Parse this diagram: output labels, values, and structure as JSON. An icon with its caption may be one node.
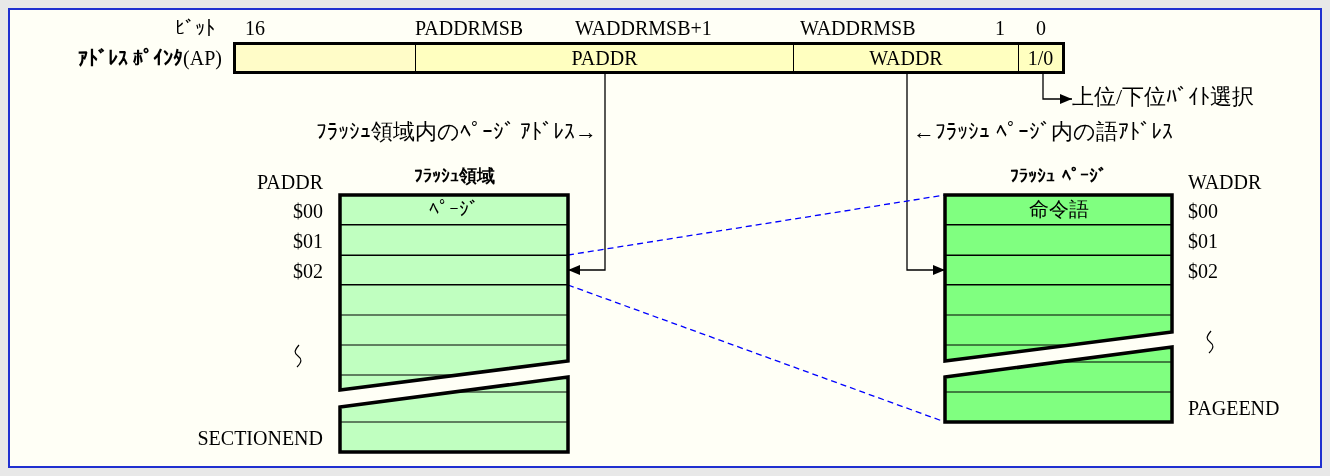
{
  "diagram": {
    "nodes": [
      {
        "text": [
          "**ｱﾄﾞﾚｽ ﾎﾟｲﾝﾀ**(AP)"
        ]
      },
      {
        "text": [],
        "shape": "box",
        "in": 0
      },
      {
        "text": [
          "PADDR"
        ],
        "in": 0
      },
      {
        "text": [
          "WADDR"
        ],
        "in": 0
      },
      {
        "text": [
          "1/0"
        ],
        "in": 0
      },
      {
        "text": [
          "上位/下位ﾊﾞｲﾄ選択"
        ]
      },
      {
        "text": [
          "ﾌﾗｯｼｭ領域"
        ]
      },
      {
        "text": [
          "ﾍﾟｰｼﾞ"
        ],
        "in": 6
      },
      {
        "text": [],
        "shape": "box",
        "in": 6
      },
      {
        "text": [
          "ﾌﾗｯｼｭ ﾍﾟｰｼﾞ"
        ]
      },
      {
        "text": [
          "命令語"
        ],
        "in": 9
      },
      {
        "text": [],
        "shape": "box",
        "in": 9
      }
    ],
    "edges": [
      {
        "from": 2,
        "to": 8,
        "arrow": "to"
      },
      {
        "from": 3,
        "to": 11,
        "arrow": "to"
      },
      {
        "from": 4,
        "to": 5,
        "arrow": "to"
      },
      {
        "from": 8,
        "to": 9,
        "arrow": "none",
        "style": "dashed",
        "color": "#0000ff"
      },
      {
        "from": 8,
        "to": 9,
        "arrow": "none",
        "style": "dashed",
        "color": "#0000ff"
      }
    ],
    "labels": [
      "ﾋﾞｯﾄ",
      "16",
      "PADDRMSB",
      "WADDRMSB+1",
      "WADDRMSB",
      "1",
      "0",
      "ﾌﾗｯｼｭ領域内のﾍﾟｰｼﾞ ｱﾄﾞﾚｽ→",
      "←ﾌﾗｯｼｭ ﾍﾟｰｼﾞ内の語ｱﾄﾞﾚｽ",
      "PADDR",
      "$00",
      "$01",
      "$02",
      "SECTIONEND",
      "WADDR",
      "$00",
      "$01",
      "$02",
      "PAGEEND"
    ]
  }
}
